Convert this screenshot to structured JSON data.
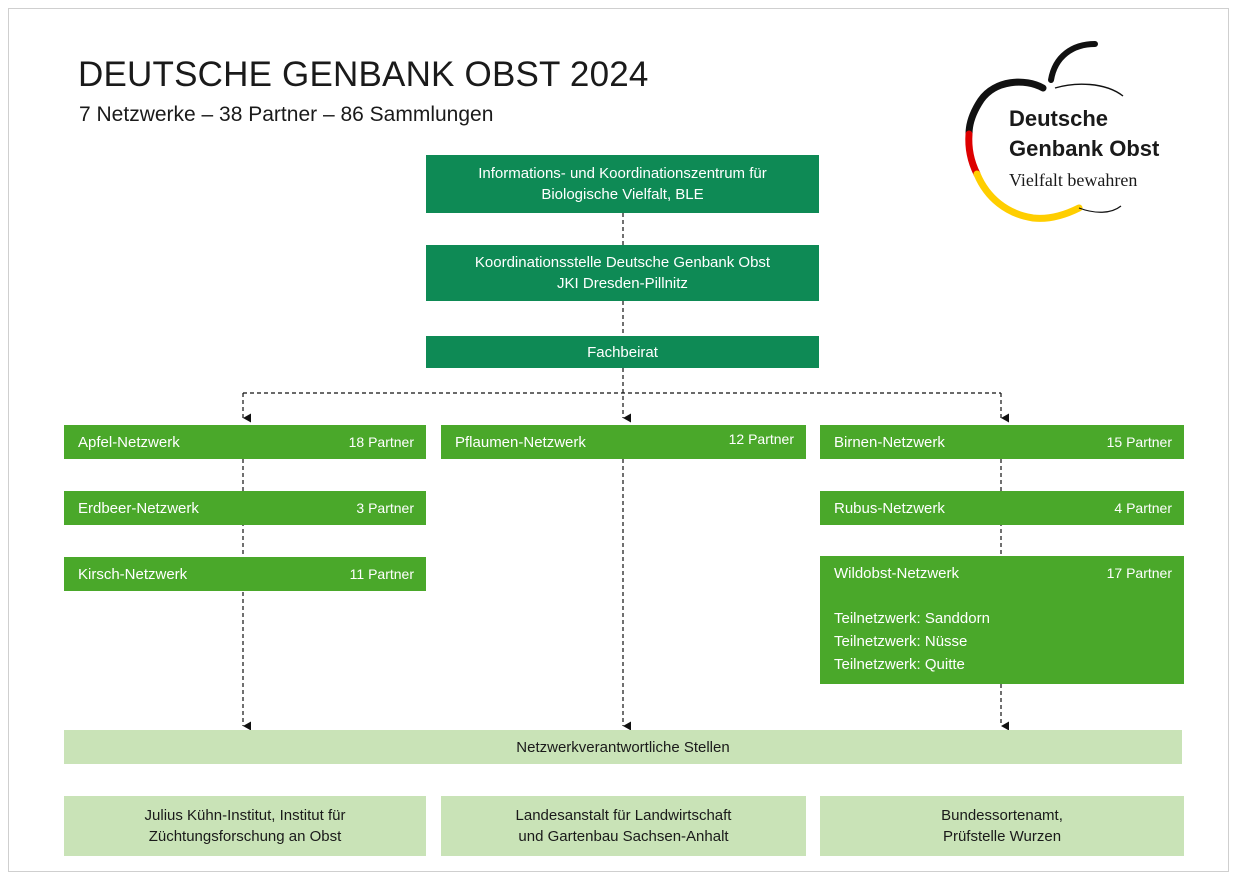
{
  "header": {
    "title": "DEUTSCHE GENBANK OBST 2024",
    "subtitle": "7 Netzwerke – 38 Partner – 86 Sammlungen"
  },
  "logo": {
    "line1": "Deutsche",
    "line2": "Genbank Obst",
    "tagline": "Vielfalt bewahren",
    "colors": [
      "#000000",
      "#dd0000",
      "#ffce00"
    ]
  },
  "hierarchy": {
    "top": {
      "line1": "Informations-  und Koordinationszentrum  für",
      "line2": "Biologische Vielfalt, BLE"
    },
    "coordination": {
      "line1": "Koordinationsstelle  Deutsche Genbank Obst",
      "line2": "JKI Dresden-Pillnitz"
    },
    "advisory": {
      "label": "Fachbeirat"
    }
  },
  "networks": {
    "left": [
      {
        "name": "Apfel-Netzwerk",
        "partners": "18 Partner"
      },
      {
        "name": "Erdbeer-Netzwerk",
        "partners": "3 Partner"
      },
      {
        "name": "Kirsch-Netzwerk",
        "partners": "11 Partner"
      }
    ],
    "center": [
      {
        "name": "Pflaumen-Netzwerk",
        "partners": "12 Partner"
      }
    ],
    "right": [
      {
        "name": "Birnen-Netzwerk",
        "partners": "15 Partner"
      },
      {
        "name": "Rubus-Netzwerk",
        "partners": "4 Partner"
      },
      {
        "name": "Wildobst-Netzwerk",
        "partners": "17 Partner",
        "subnetworks": [
          "Teilnetzwerk: Sanddorn",
          "Teilnetzwerk: Nüsse",
          "Teilnetzwerk: Quitte"
        ]
      }
    ]
  },
  "responsible": {
    "label": "Netzwerkverantwortliche Stellen",
    "institutions": [
      {
        "line1": "Julius Kühn-Institut, Institut für",
        "line2": "Züchtungsforschung  an Obst"
      },
      {
        "line1": "Landesanstalt für Landwirtschaft",
        "line2": "und Gartenbau Sachsen-Anhalt"
      },
      {
        "line1": "Bundessortenamt,",
        "line2": "Prüfstelle Wurzen"
      }
    ]
  },
  "colors": {
    "dark_green": "#0e8a55",
    "mid_green": "#4aa82a",
    "light_green": "#c9e3b7"
  }
}
